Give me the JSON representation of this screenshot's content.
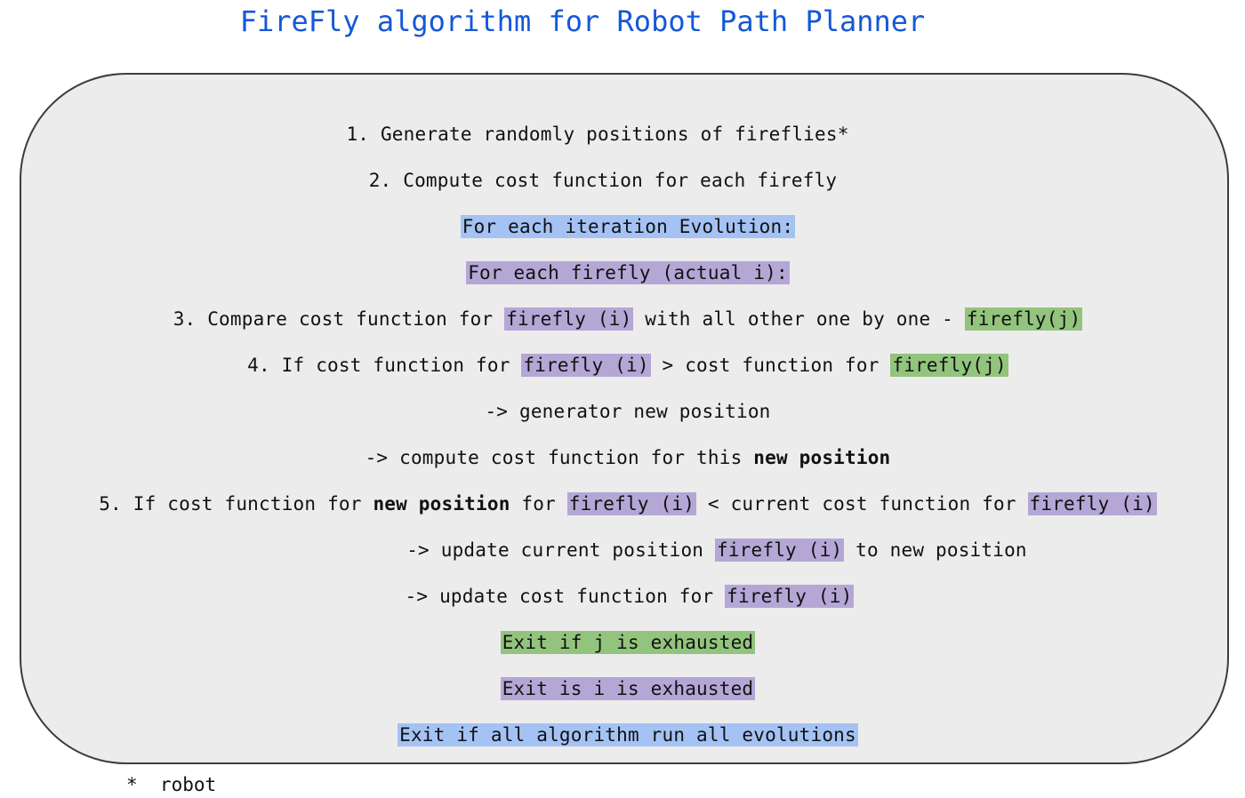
{
  "title": "FireFly algorithm for Robot Path Planner",
  "steps": {
    "s1": "1. Generate randomly positions of fireflies*",
    "s2": "2. Compute cost function for each firefly",
    "loop_evolution": "For each iteration Evolution:",
    "loop_firefly": "For each firefly (actual i):",
    "s3_a": "3. Compare cost function for ",
    "s3_b": "firefly (i)",
    "s3_c": " with all other one by one - ",
    "s3_d": "firefly(j)",
    "s4_a": "4. If cost function for ",
    "s4_b": "firefly (i)",
    "s4_c": " > cost function for ",
    "s4_d": "firefly(j)",
    "gen": "-> generator new position",
    "comp_a": "-> compute cost function for this ",
    "comp_b": "new position",
    "s5_a": "5. If cost function for ",
    "s5_b": "new position",
    "s5_c": " for ",
    "s5_d": "firefly (i)",
    "s5_e": " < current cost function for ",
    "s5_f": "firefly (i)",
    "upd1_a": "-> update current position ",
    "upd1_b": "firefly (i)",
    "upd1_c": " to new position",
    "upd2_a": "-> update cost function for ",
    "upd2_b": "firefly (i)",
    "exit_j": "Exit if j is exhausted",
    "exit_i": "Exit is i is exhausted",
    "exit_all": "Exit if all algorithm run all evolutions"
  },
  "footnote": "*  robot",
  "colors": {
    "title": "#1558d6",
    "panel_bg": "#ececec",
    "highlight_evolution": "#a4c2f4",
    "highlight_firefly_i": "#b4a7d6",
    "highlight_firefly_j": "#93c47d"
  }
}
